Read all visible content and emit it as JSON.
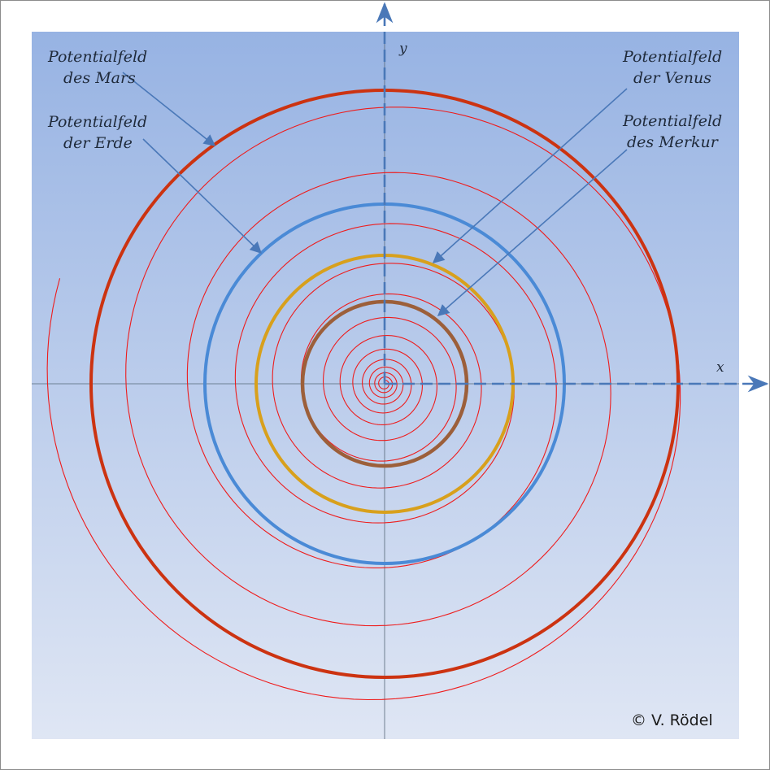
{
  "labels": {
    "mars_line1": "Potentialfeld",
    "mars_line2": "des Mars",
    "erde_line1": "Potentialfeld",
    "erde_line2": "der Erde",
    "venus_line1": "Potentialfeld",
    "venus_line2": "der Venus",
    "merkur_line1": "Potentialfeld",
    "merkur_line2": "des Merkur"
  },
  "axes": {
    "x": "x",
    "y": "y"
  },
  "copyright": "© V. Rödel",
  "colors": {
    "background_top": "#97b3e3",
    "background_bottom": "#dfe6f4",
    "spiral": "#ee1c1c",
    "mars": "#cc3311",
    "erde": "#4a8ad6",
    "venus": "#d8a01c",
    "merkur": "#9c5f3a",
    "axis_dashed": "#4a78b8",
    "axis_thin": "#556677",
    "arrow": "#4a78b8"
  }
}
